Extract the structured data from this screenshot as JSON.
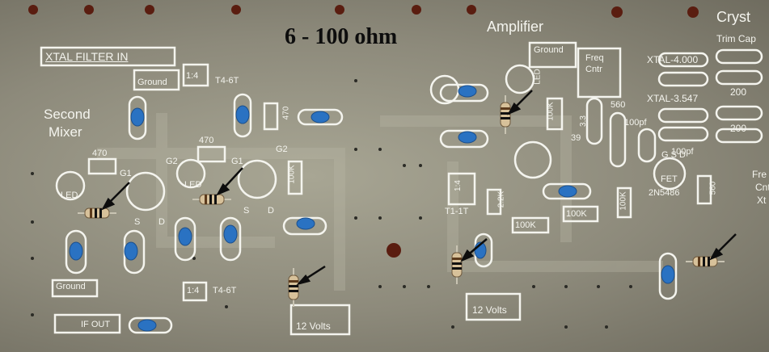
{
  "title": "6 - 100 ohm",
  "sections": {
    "xtal_filter_in": "XTAL FILTER IN",
    "second_mixer": [
      "Second",
      "Mixer"
    ],
    "amplifier": "Amplifier",
    "crystal_header": "Cryst",
    "trim_cap": "Trim Cap"
  },
  "labels": {
    "ground": "Ground",
    "if_out": "IF OUT",
    "twelve_volts": "12 Volts",
    "ratio": "1:4",
    "transformer": "T4-6T",
    "transformer_t1": "T1-1T",
    "led": "LED",
    "g1": "G1",
    "g2": "G2",
    "s": "S",
    "d": "D",
    "gsd": "G S D",
    "fet": "FET",
    "fet_part": "2N5486",
    "r470": "470",
    "r100k": "100K",
    "r2_2k": "2.2K",
    "r3_3": "3.3",
    "r39": "39",
    "r560": "560",
    "c100pf": "100pf",
    "c200": "200",
    "freq_cntr": [
      "Freq",
      "Cntr"
    ],
    "xtal_4000": "XTAL-4.000",
    "xtal_3547": "XTAL-3.547",
    "right_edge": [
      "Fre",
      "Cnt",
      "Xt"
    ]
  },
  "colors": {
    "board": "#8d8a7b",
    "silkscreen": "#f4f4ee",
    "capacitor": "#2a72c2",
    "resistor_body": "#d7c19a",
    "title": "#0d0d0d"
  }
}
